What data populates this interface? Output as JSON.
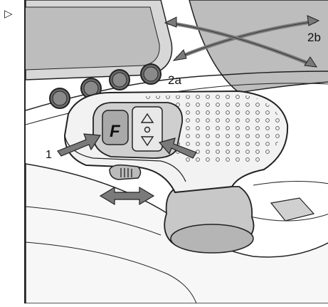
{
  "marker": "▷",
  "labels": {
    "one": "1",
    "two_a": "2a",
    "two_b": "2b",
    "f": "F"
  },
  "colors": {
    "outline": "#222222",
    "arrow": "#7a7a7a",
    "panel": "#cfcfcf",
    "panel_dark": "#a9a9a9",
    "body": "#f2f2f2"
  }
}
